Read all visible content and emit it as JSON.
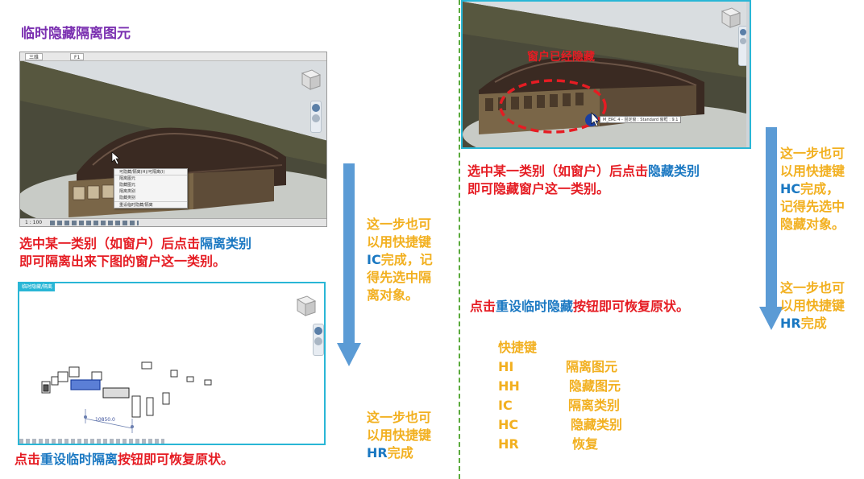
{
  "title": "临时隐藏隔离图元",
  "left": {
    "screenshot1": {
      "tab_label": "三维",
      "tab2_label": "F1",
      "status_scale": "1 : 100",
      "context_menu": [
        "可隐藏/隔离(H)/可隔离(I)",
        "隔离图元",
        "隐藏图元",
        "隔离类别",
        "隐藏类别",
        "重设临时隐藏/隔离"
      ]
    },
    "desc1_a": "选中某一类别（如窗户）后点击",
    "desc1_b": "隔离类别",
    "desc1_c": "即可隔离出来下图的窗户这一类别。",
    "tip1_a": "这一步也可",
    "tip1_b": "以用快捷键",
    "tip1_key": "IC",
    "tip1_c": "完成，记",
    "tip1_d": "得先选中隔",
    "tip1_e": "离对象。",
    "screenshot2": {
      "header_label": "临时隐藏/隔离",
      "dimension": "10850.0"
    },
    "desc2_a": "点击",
    "desc2_b": "重设临时隔离",
    "desc2_c": "按钮即可恢复原状。",
    "tip2_a": "这一步也可",
    "tip2_b": "以用快捷键",
    "tip2_key": "HR",
    "tip2_c": "完成"
  },
  "right": {
    "screenshot": {
      "annotation": "窗户已经隐藏",
      "tooltip": "M_ERC 4 - 固定窗 : Standard 窗框 : 9.1"
    },
    "desc1_a": "选中某一类别（如窗户）后点击",
    "desc1_b": "隐藏类别",
    "desc1_c": "即可隐藏窗户这一类别。",
    "tip1_a": "这一步也可",
    "tip1_b": "以用快捷键",
    "tip1_key": "HC",
    "tip1_c": "完成，",
    "tip1_d": "记得先选中",
    "tip1_e": "隐藏对象。",
    "desc2_a": "点击",
    "desc2_b": "重设临时隐藏",
    "desc2_c": "按钮即可恢复原状。",
    "tip2_a": "这一步也可",
    "tip2_b": "以用快捷键",
    "tip2_key": "HR",
    "tip2_c": "完成",
    "shortcuts_title": "快捷键",
    "shortcuts": [
      {
        "key": "HI",
        "action": "隔离图元"
      },
      {
        "key": "HH",
        "action": "隐藏图元"
      },
      {
        "key": "IC",
        "action": "隔离类别"
      },
      {
        "key": "HC",
        "action": "隐藏类别"
      },
      {
        "key": "HR",
        "action": "恢复"
      }
    ]
  },
  "colors": {
    "title": "#7a2fb0",
    "red": "#e51c23",
    "blue": "#1a78c2",
    "gold": "#f2b020",
    "arrow": "#5b9bd5",
    "divider": "#5aaa3c",
    "highlight_border": "#29b6d6"
  }
}
